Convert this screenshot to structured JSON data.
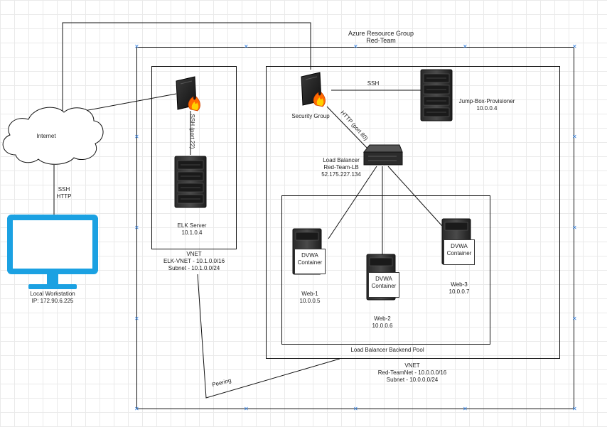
{
  "resource_group": {
    "title": "Azure Resource Group",
    "name": "Red-Team"
  },
  "internet": {
    "label": "Internet"
  },
  "workstation": {
    "link_ssh": "SSH",
    "link_http": "HTTP",
    "name": "Local Workstation",
    "ip": "IP: 172.90.6.225"
  },
  "elk_vnet": {
    "server_name": "ELK Server",
    "server_ip": "10.1.0.4",
    "ssh_link": "SSH (port 22)",
    "vnet_label": "VNET",
    "vnet_name": "ELK-VNET - 10.1.0.0/16",
    "subnet": "Subnet - 10.1.0.0/24"
  },
  "red_vnet": {
    "security_group": "Security Group",
    "ssh_link": "SSH",
    "http_link": "HTTP (port 80)",
    "jumpbox_name": "Jump-Box-Provisioner",
    "jumpbox_ip": "10.0.0.4",
    "lb_title": "Load Balancer",
    "lb_name": "Red-Team-LB",
    "lb_ip": "52.175.227.134",
    "pool_label": "Load Balancer Backend Pool",
    "vnet_label": "VNET",
    "vnet_name": "Red-TeamNet - 10.0.0.0/16",
    "subnet": "Subnet - 10.0.0.0/24"
  },
  "webs": [
    {
      "container_line1": "DVWA",
      "container_line2": "Container",
      "name": "Web-1",
      "ip": "10.0.0.5"
    },
    {
      "container_line1": "DVWA",
      "container_line2": "Container",
      "name": "Web-2",
      "ip": "10.0.0.6"
    },
    {
      "container_line1": "DVWA",
      "container_line2": "Container",
      "name": "Web-3",
      "ip": "10.0.0.7"
    }
  ],
  "peering": {
    "label": "Peering"
  },
  "colors": {
    "monitor": "#1ba1e2",
    "frame": "#111111",
    "handle": "#2a7be0",
    "flame": "#ff6a00"
  },
  "icons": [
    "cloud-icon",
    "firewall-icon",
    "server-icon",
    "load-balancer-icon",
    "monitor-icon"
  ]
}
